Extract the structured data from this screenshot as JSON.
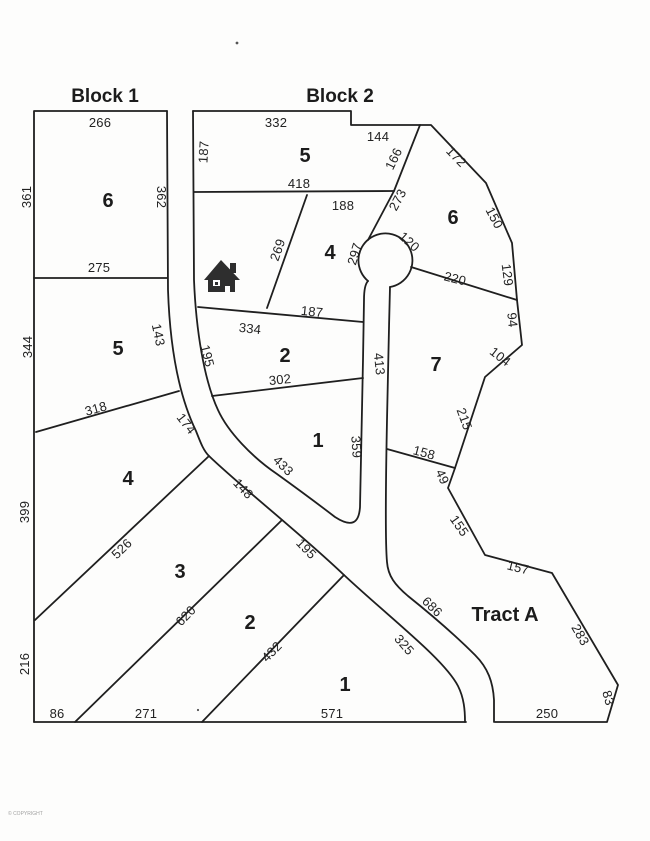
{
  "colors": {
    "paper": "#fdfdfc",
    "ink": "#1f1f1f"
  },
  "titles": {
    "block1": "Block 1",
    "block2": "Block 2",
    "tract": "Tract A"
  },
  "block1_lots": {
    "lot6": "6",
    "lot5": "5",
    "lot4": "4",
    "lot3": "3",
    "lot2": "2",
    "lot1": "1"
  },
  "block2_lots": {
    "lot5": "5",
    "lot4": "4",
    "lot2": "2",
    "lot1": "1",
    "lot6": "6",
    "lot7": "7"
  },
  "dims": {
    "b1l6_top": "266",
    "b1l6_left": "361",
    "b1l6_right": "362",
    "b1l6_bottom": "275",
    "b1l5_left": "344",
    "b1l5_road": "143",
    "b1l5_bottom": "318",
    "b1l4_left": "399",
    "b1l4_road": "174",
    "b1l4_bottom": "526",
    "b1l3_left": "216",
    "b1l3_road": "148",
    "b1l3_bottom": "620",
    "b1l3_base": "86",
    "b1l2_road": "195",
    "b1l2_bottom": "432",
    "b1l2_base": "271",
    "b1l1_road": "325",
    "b1l1_base": "571",
    "b2l5_road": "187",
    "b2l5_top": "332",
    "b2l5_step": "144",
    "b2l5_east": "166",
    "b2l5_bottom": "418",
    "b2l4_top": "188",
    "b2l4_west": "269",
    "b2l4_east": "273",
    "b2l4_cul": "297",
    "b2l2_top_w": "334",
    "b2l2_top_e": "187",
    "b2l2_road": "195",
    "b2l2_bottom": "302",
    "b2l1_road": "433",
    "b2l1_east": "359",
    "b2l6_ne1": "172",
    "b2l6_ne2": "150",
    "b2l6_east": "129",
    "b2l6_cul": "120",
    "b2l6_bottom": "220",
    "b2l7_east1": "94",
    "b2l7_east2": "104",
    "b2l7_west": "413",
    "b2l7_se": "215",
    "b2l7_bottom": "158",
    "tract_n1": "49",
    "tract_n2": "155",
    "tract_n3": "157",
    "tract_road": "686",
    "tract_east": "283",
    "tract_se": "83",
    "tract_base": "250"
  },
  "footer": {
    "copyright": "© COPYRIGHT"
  }
}
